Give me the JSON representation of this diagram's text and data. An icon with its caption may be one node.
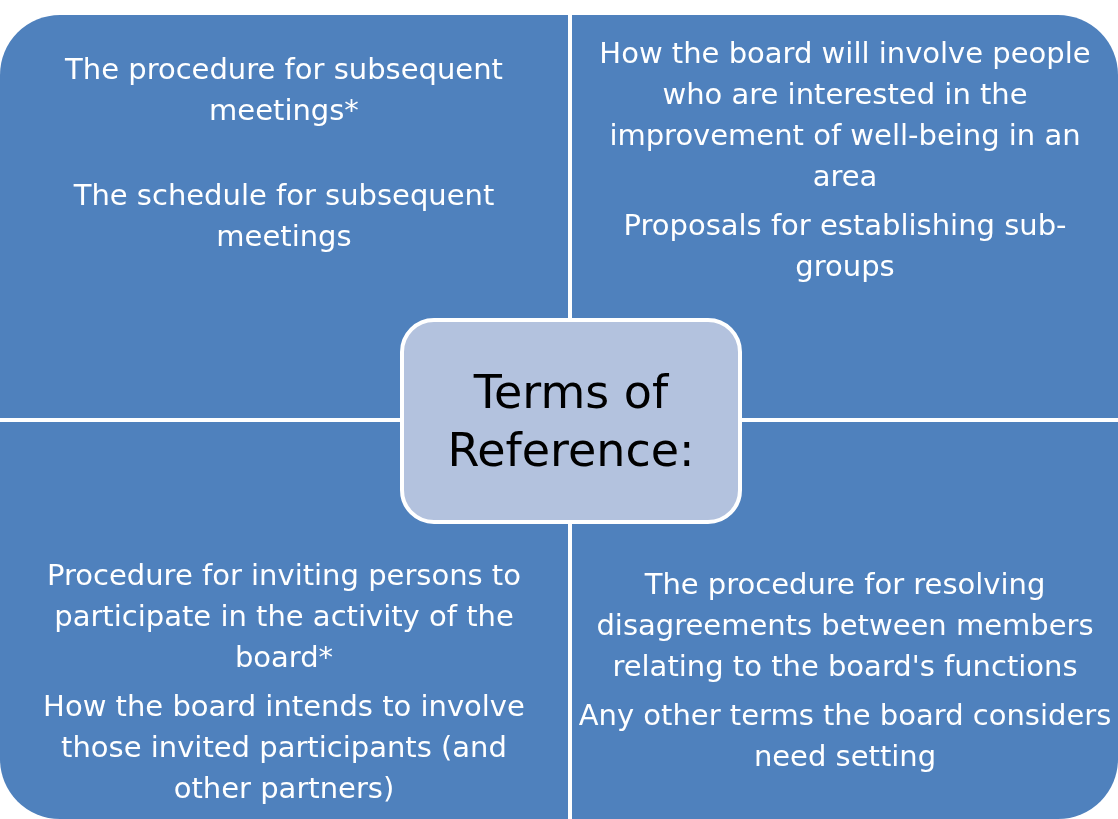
{
  "diagram": {
    "nodes": [
      {
        "text": [
          "The procedure for subsequent meetings*",
          "The schedule for subsequent meetings"
        ]
      },
      {
        "text": [
          "How the board will involve people who are interested in the improvement of well-being in an area",
          "Proposals for establishing sub-groups"
        ]
      },
      {
        "text": [
          "Terms of Reference:"
        ]
      },
      {
        "text": [
          "Procedure for inviting persons to participate in the activity of the board*",
          "How the board intends to involve those invited participants (and other partners)"
        ]
      },
      {
        "text": [
          "The procedure for resolving disagreements between members relating to the board's functions",
          "Any other terms the board considers need setting"
        ]
      }
    ]
  }
}
